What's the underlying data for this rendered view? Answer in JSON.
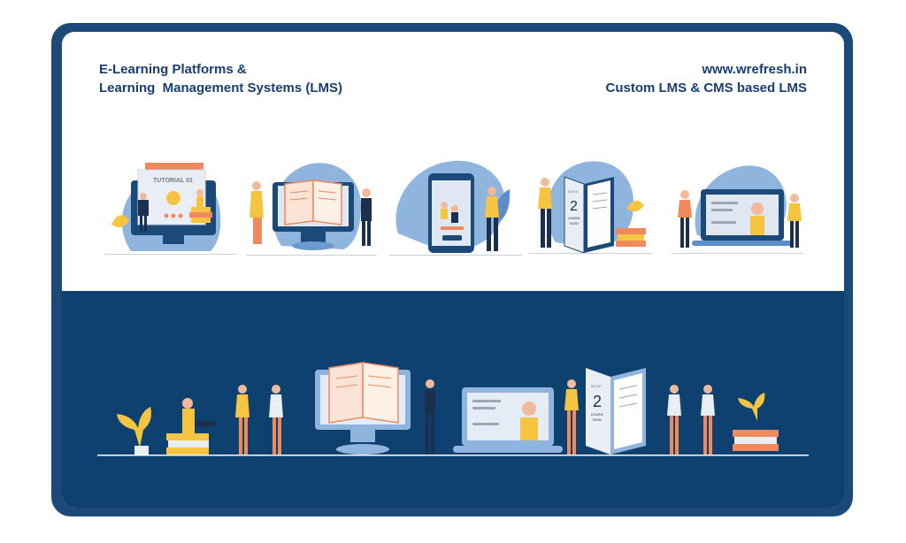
{
  "header": {
    "title_line1": "E-Learning Platforms &",
    "title_line2": "Learning  Management Systems (LMS)",
    "website": "www.wrefresh.in",
    "tagline": "Custom LMS & CMS based LMS"
  },
  "illustrations": {
    "tutorial_label": "TUTORIAL 01",
    "book_small": "BOOK",
    "book_number": "2",
    "book_learn": "LEARN",
    "book_now": "NOW",
    "colors": {
      "navy": "#0f4170",
      "heading": "#183e73",
      "blob": "#8fb5df",
      "blob_dark": "#5d8dc9",
      "orange": "#f08a5d",
      "yellow": "#f5c542",
      "skin": "#f2b99a"
    }
  }
}
